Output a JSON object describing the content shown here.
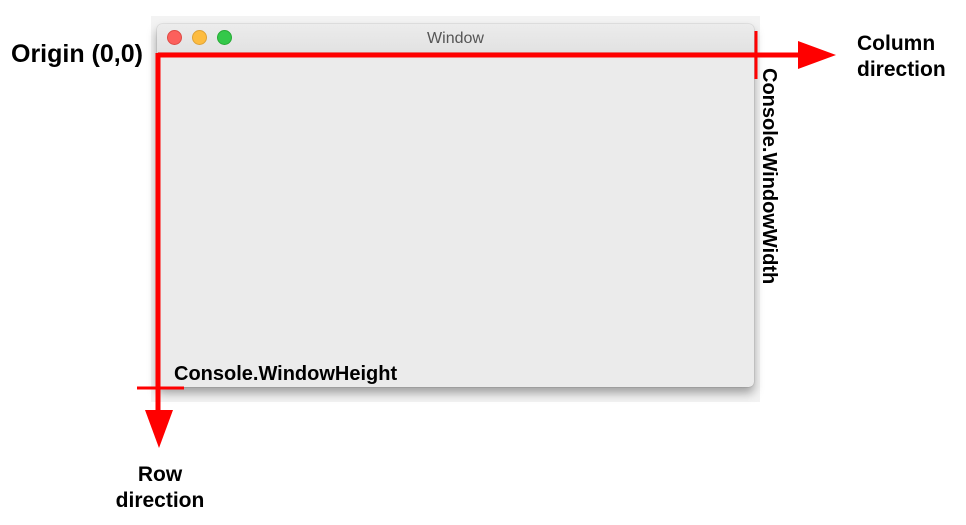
{
  "window": {
    "title": "Window",
    "colors": {
      "close": "#fc605c",
      "minimize": "#fdbc40",
      "maximize": "#34c84a",
      "body": "#ebebeb"
    }
  },
  "labels": {
    "origin": "Origin (0,0)",
    "column_line1": "Column",
    "column_line2": "direction",
    "row_line1": "Row",
    "row_line2": "direction",
    "window_height": "Console.WindowHeight",
    "window_width": "Console.WindowWidth"
  },
  "colors": {
    "arrow": "#ff0000"
  }
}
